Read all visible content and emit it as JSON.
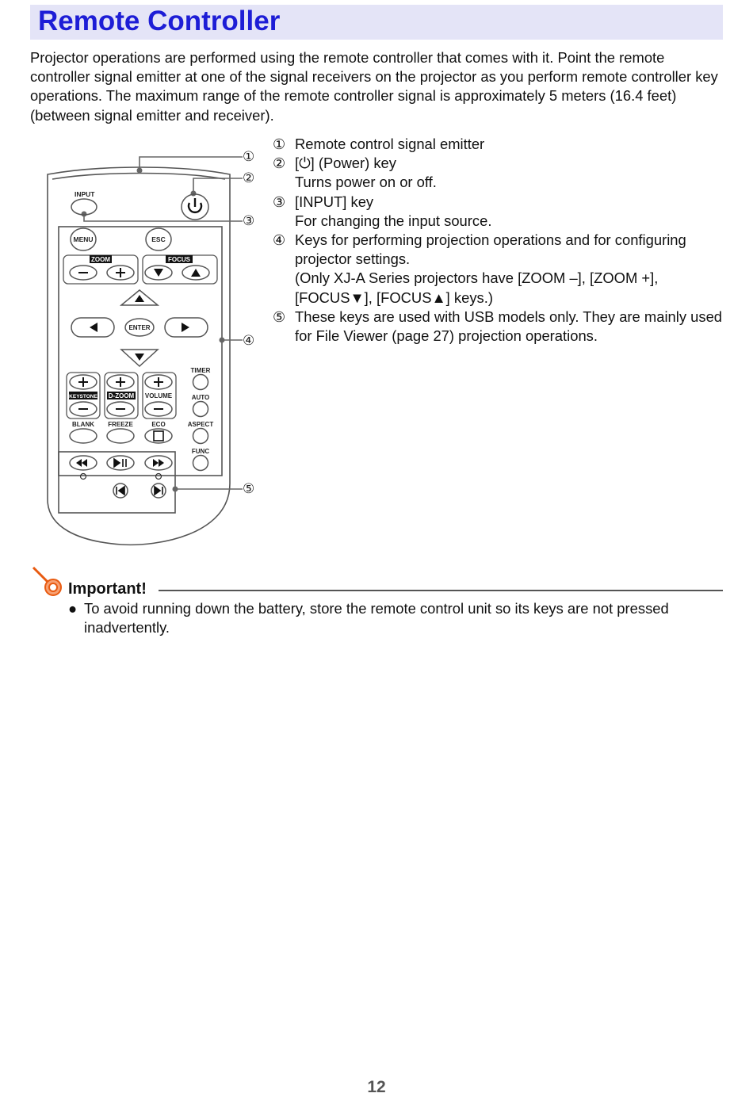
{
  "title": "Remote Controller",
  "intro": "Projector operations are performed using the remote controller that comes with it. Point the remote controller signal emitter at one of the signal receivers on the projector as you perform remote controller key operations. The maximum range of the remote controller signal is approximately 5 meters (16.4 feet) (between signal emitter and receiver).",
  "diagram": {
    "callout_numbers": [
      "①",
      "②",
      "③",
      "④",
      "⑤"
    ],
    "labels": {
      "input": "INPUT",
      "menu": "MENU",
      "esc": "ESC",
      "zoom": "ZOOM",
      "focus": "FOCUS",
      "enter": "ENTER",
      "timer": "TIMER",
      "keystone": "KEYSTONE",
      "dzoom": "D-ZOOM",
      "volume": "VOLUME",
      "auto": "AUTO",
      "blank": "BLANK",
      "freeze": "FREEZE",
      "eco": "ECO",
      "aspect": "ASPECT",
      "func": "FUNC"
    }
  },
  "callouts": [
    {
      "num": "①",
      "lines": [
        "Remote control signal emitter"
      ]
    },
    {
      "num": "②",
      "lines": [
        "[⏻] (Power) key",
        "Turns power on or off."
      ]
    },
    {
      "num": "③",
      "lines": [
        "[INPUT] key",
        "For changing the input source."
      ]
    },
    {
      "num": "④",
      "lines": [
        "Keys for performing projection operations and for configuring projector settings.",
        "(Only XJ-A Series projectors have [ZOOM –], [ZOOM +], [FOCUS▼], [FOCUS▲] keys.)"
      ]
    },
    {
      "num": "⑤",
      "lines": [
        "These keys are used with USB models only. They are mainly used for File Viewer (page 27) projection operations."
      ]
    }
  ],
  "important": {
    "heading": "Important!",
    "bullets": [
      "To avoid running down the battery, store the remote control unit so its keys are not pressed inadvertently."
    ]
  },
  "page_number": "12",
  "colors": {
    "title": "#1d1dd6",
    "title_bg": "#e4e4f7",
    "important_icon": "#e85a10"
  }
}
